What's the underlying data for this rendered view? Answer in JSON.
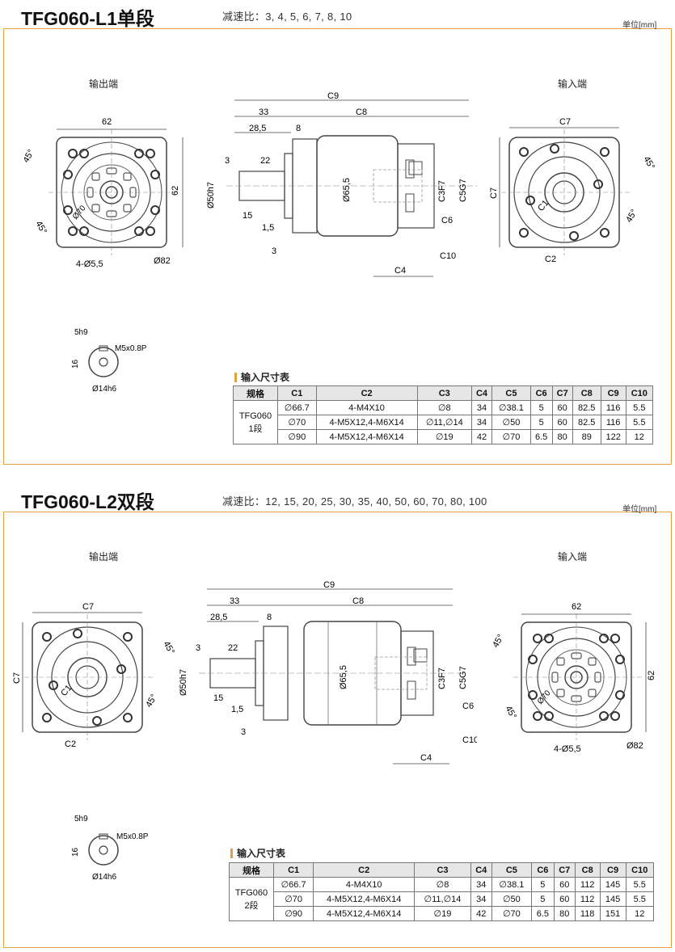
{
  "sections": [
    {
      "title": "TFG060-L1单段",
      "ratio": "减速比：3, 4, 5, 6, 7, 8, 10",
      "unit": "单位[mm]",
      "output_label": "输出端",
      "input_label": "输入端",
      "table_title": "输入尺寸表",
      "headers": [
        "规格",
        "C1",
        "C2",
        "C3",
        "C4",
        "C5",
        "C6",
        "C7",
        "C8",
        "C9",
        "C10"
      ],
      "spec_line1": "TFG060",
      "spec_line2": "1段",
      "rows": [
        [
          "∅66.7",
          "4-M4X10",
          "∅8",
          "34",
          "∅38.1",
          "5",
          "60",
          "82.5",
          "116",
          "5.5"
        ],
        [
          "∅70",
          "4-M5X12,4-M6X14",
          "∅11,∅14",
          "34",
          "∅50",
          "5",
          "60",
          "82.5",
          "116",
          "5.5"
        ],
        [
          "∅90",
          "4-M5X12,4-M6X14",
          "∅19",
          "42",
          "∅70",
          "6.5",
          "80",
          "89",
          "122",
          "12"
        ]
      ]
    },
    {
      "title": "TFG060-L2双段",
      "ratio": "减速比：12, 15, 20, 25, 30, 35, 40, 50, 60, 70, 80, 100",
      "unit": "单位[mm]",
      "output_label": "输出端",
      "input_label": "输入端",
      "table_title": "输入尺寸表",
      "headers": [
        "规格",
        "C1",
        "C2",
        "C3",
        "C4",
        "C5",
        "C6",
        "C7",
        "C8",
        "C9",
        "C10"
      ],
      "spec_line1": "TFG060",
      "spec_line2": "2段",
      "rows": [
        [
          "∅66.7",
          "4-M4X10",
          "∅8",
          "34",
          "∅38.1",
          "5",
          "60",
          "112",
          "145",
          "5.5"
        ],
        [
          "∅70",
          "4-M5X12,4-M6X14",
          "∅11,∅14",
          "34",
          "∅50",
          "5",
          "60",
          "112",
          "145",
          "5.5"
        ],
        [
          "∅90",
          "4-M5X12,4-M6X14",
          "∅19",
          "42",
          "∅70",
          "6.5",
          "80",
          "118",
          "151",
          "12"
        ]
      ]
    }
  ],
  "dims": {
    "d62": "62",
    "d33": "33",
    "d28": "28,5",
    "d8": "8",
    "d9": "C9",
    "d_c8": "C8",
    "d3": "3",
    "d22": "22",
    "d15": "15",
    "d15b": "1,5",
    "d50": "Ø50h7",
    "d65": "Ø65,5",
    "c3": "C3F7",
    "c5": "C5G7",
    "c6": "C6",
    "c4": "C4",
    "c10": "C10",
    "c7": "C7",
    "c1": "C1",
    "c2": "C2",
    "deg45": "45°",
    "d70": "Ø70",
    "bolt": "4-Ø5,5",
    "d82": "Ø82",
    "key5": "5h9",
    "key16": "16",
    "m5": "M5x0.8P",
    "d14": "Ø14h6"
  }
}
